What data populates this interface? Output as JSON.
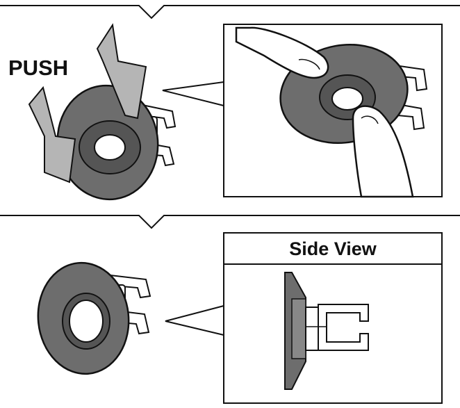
{
  "labels": {
    "push": "PUSH",
    "side_view": "Side View"
  },
  "steps": [
    {
      "name": "push-clip-into-hole"
    },
    {
      "name": "installed-clip"
    }
  ],
  "colors": {
    "outline": "#111111",
    "disc": "#6d6d6d",
    "disc_dark": "#4a4a4a",
    "arrow": "#b5b5b5",
    "skin": "#ffffff",
    "background": "#ffffff"
  }
}
